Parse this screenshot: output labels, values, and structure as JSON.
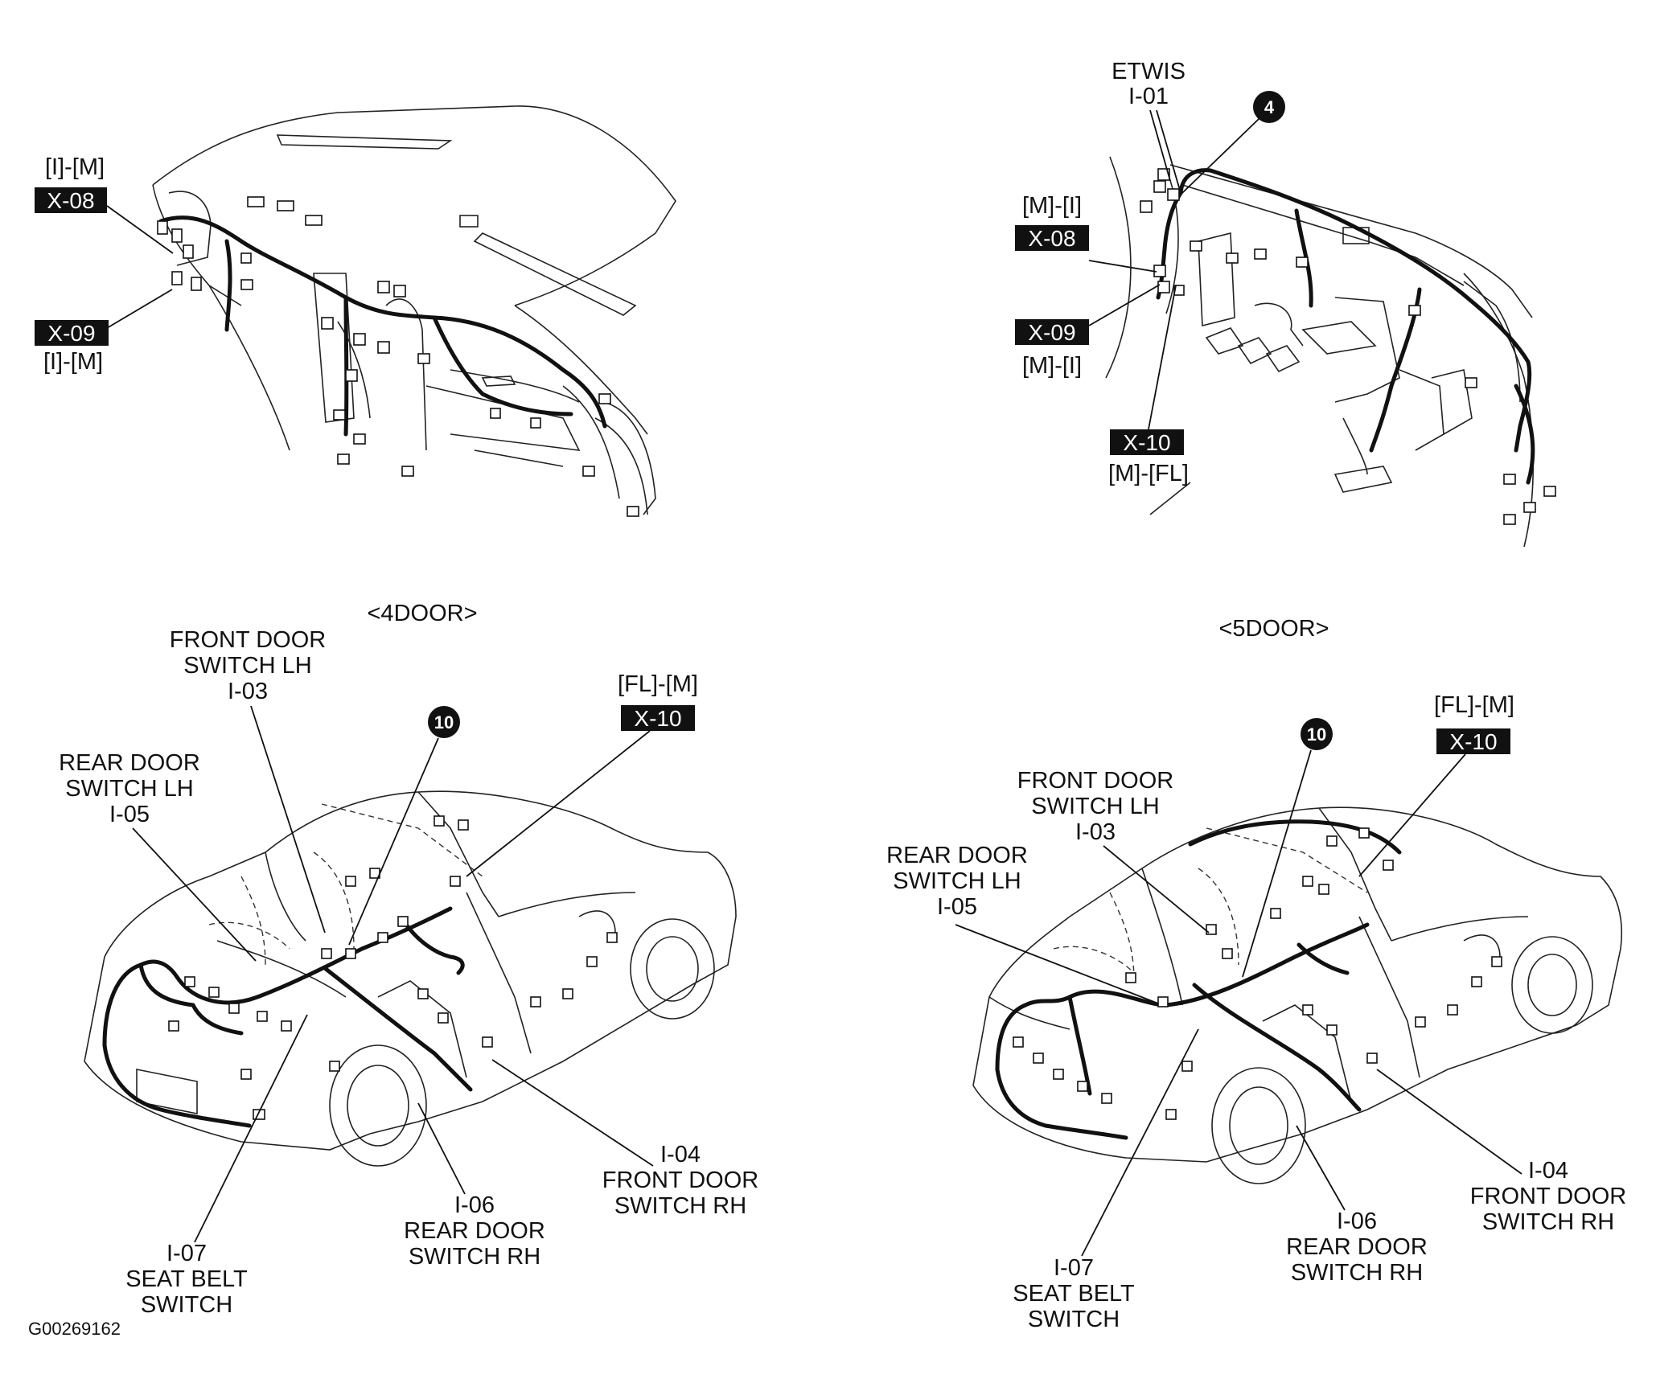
{
  "labels": {
    "im_top": "[I]-[M]",
    "x08_a": "X-08",
    "x09_a": "X-09",
    "im_bottom": "[I]-[M]",
    "etwis": "ETWIS",
    "i01": "I-01",
    "callout_4": "4",
    "mi_top": "[M]-[I]",
    "x08_b": "X-08",
    "x09_b": "X-09",
    "mi_bottom": "[M]-[I]",
    "x10_b": "X-10",
    "mfl": "[M]-[FL]",
    "door4": "<4DOOR>",
    "door5": "<5DOOR>",
    "l_fds_lh_1": "FRONT DOOR",
    "l_fds_lh_2": "SWITCH LH",
    "l_fds_lh_3": "I-03",
    "l_callout_10": "10",
    "l_flm": "[FL]-[M]",
    "l_x10": "X-10",
    "l_rds_lh_1": "REAR DOOR",
    "l_rds_lh_2": "SWITCH LH",
    "l_rds_lh_3": "I-05",
    "l_i04": "I-04",
    "l_fds_rh_1": "FRONT DOOR",
    "l_fds_rh_2": "SWITCH RH",
    "l_i06": "I-06",
    "l_rds_rh_1": "REAR DOOR",
    "l_rds_rh_2": "SWITCH RH",
    "l_i07": "I-07",
    "l_seat_1": "SEAT BELT",
    "l_seat_2": "SWITCH",
    "r_callout_10": "10",
    "r_flm": "[FL]-[M]",
    "r_x10": "X-10",
    "r_fds_lh_1": "FRONT DOOR",
    "r_fds_lh_2": "SWITCH LH",
    "r_fds_lh_3": "I-03",
    "r_rds_lh_1": "REAR DOOR",
    "r_rds_lh_2": "SWITCH LH",
    "r_rds_lh_3": "I-05",
    "r_i04": "I-04",
    "r_fds_rh_1": "FRONT DOOR",
    "r_fds_rh_2": "SWITCH RH",
    "r_i06": "I-06",
    "r_rds_rh_1": "REAR DOOR",
    "r_rds_rh_2": "SWITCH RH",
    "r_i07": "I-07",
    "r_seat_1": "SEAT BELT",
    "r_seat_2": "SWITCH",
    "figure_id": "G00269162"
  }
}
